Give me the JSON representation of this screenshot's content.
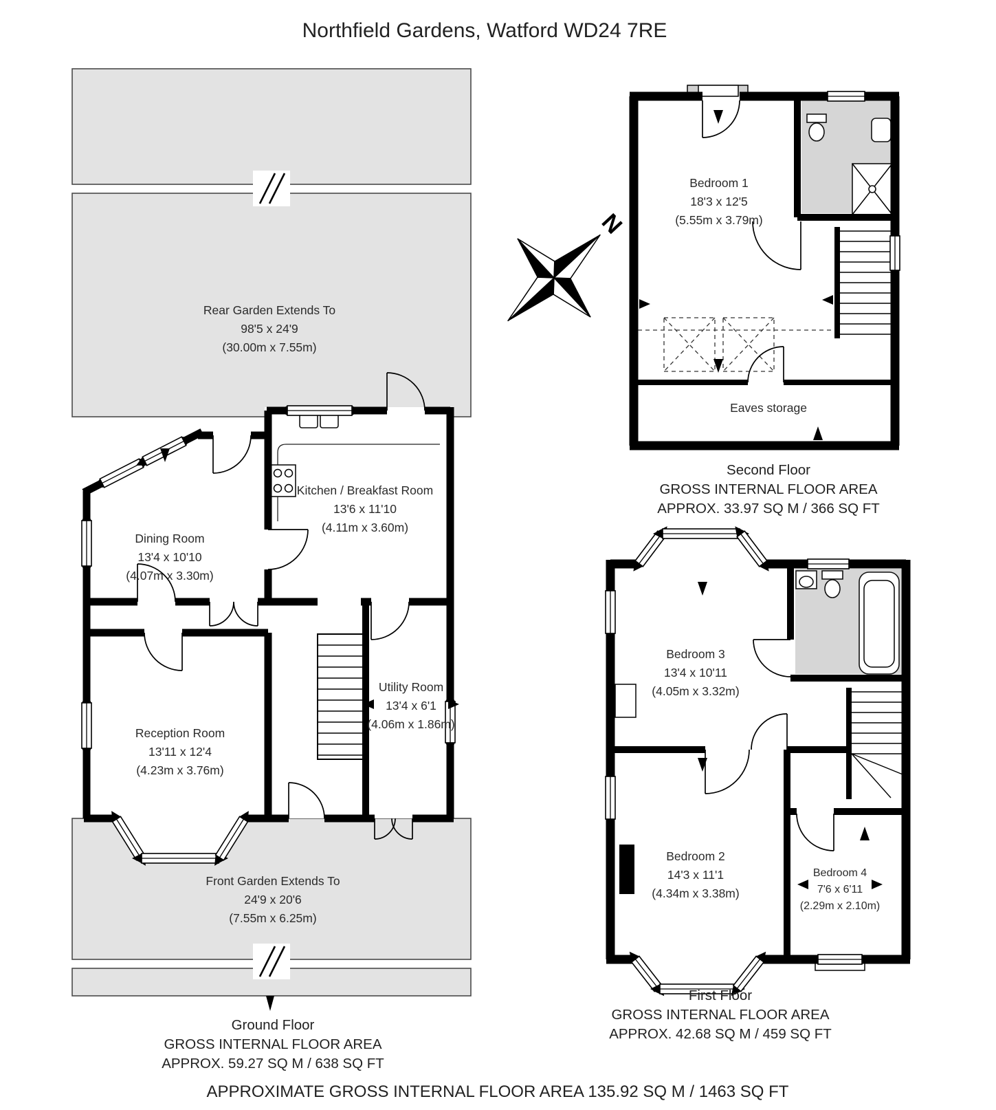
{
  "title": "Northfield Gardens, Watford WD24 7RE",
  "compass": {
    "north": "N"
  },
  "ground_floor": {
    "rear_garden": {
      "name": "Rear Garden Extends To",
      "imperial": "98'5 x 24'9",
      "metric": "(30.00m x 7.55m)"
    },
    "front_garden": {
      "name": "Front Garden Extends To",
      "imperial": "24'9 x 20'6",
      "metric": "(7.55m x 6.25m)"
    },
    "rooms": {
      "dining": {
        "name": "Dining Room",
        "imperial": "13'4 x 10'10",
        "metric": "(4.07m x 3.30m)"
      },
      "kitchen": {
        "name": "Kitchen / Breakfast Room",
        "imperial": "13'6 x 11'10",
        "metric": "(4.11m x 3.60m)"
      },
      "reception": {
        "name": "Reception Room",
        "imperial": "13'11 x 12'4",
        "metric": "(4.23m x 3.76m)"
      },
      "utility": {
        "name": "Utility Room",
        "imperial": "13'4 x 6'1",
        "metric": "(4.06m x 1.86m)"
      }
    },
    "label": {
      "floor": "Ground Floor",
      "area1": "GROSS INTERNAL FLOOR AREA",
      "area2": "APPROX. 59.27 SQ M / 638 SQ FT"
    }
  },
  "second_floor": {
    "rooms": {
      "bedroom1": {
        "name": "Bedroom 1",
        "imperial": "18'3 x 12'5",
        "metric": "(5.55m x 3.79m)"
      },
      "eaves": {
        "name": "Eaves storage"
      }
    },
    "label": {
      "floor": "Second Floor",
      "area1": "GROSS INTERNAL FLOOR AREA",
      "area2": "APPROX. 33.97 SQ M / 366 SQ FT"
    }
  },
  "first_floor": {
    "rooms": {
      "bedroom3": {
        "name": "Bedroom 3",
        "imperial": "13'4 x 10'11",
        "metric": "(4.05m x 3.32m)"
      },
      "bedroom2": {
        "name": "Bedroom 2",
        "imperial": "14'3 x 11'1",
        "metric": "(4.34m x 3.38m)"
      },
      "bedroom4": {
        "name": "Bedroom 4",
        "imperial": "7'6 x 6'11",
        "metric": "(2.29m x 2.10m)"
      }
    },
    "label": {
      "floor": "First Floor",
      "area1": "GROSS INTERNAL FLOOR AREA",
      "area2": "APPROX. 42.68 SQ M / 459 SQ FT"
    }
  },
  "footer": "APPROXIMATE GROSS INTERNAL FLOOR AREA 135.92 SQ M / 1463 SQ FT",
  "colors": {
    "wall": "#000000",
    "garden": "#e3e3e3",
    "bathroom": "#d6d6d6"
  }
}
